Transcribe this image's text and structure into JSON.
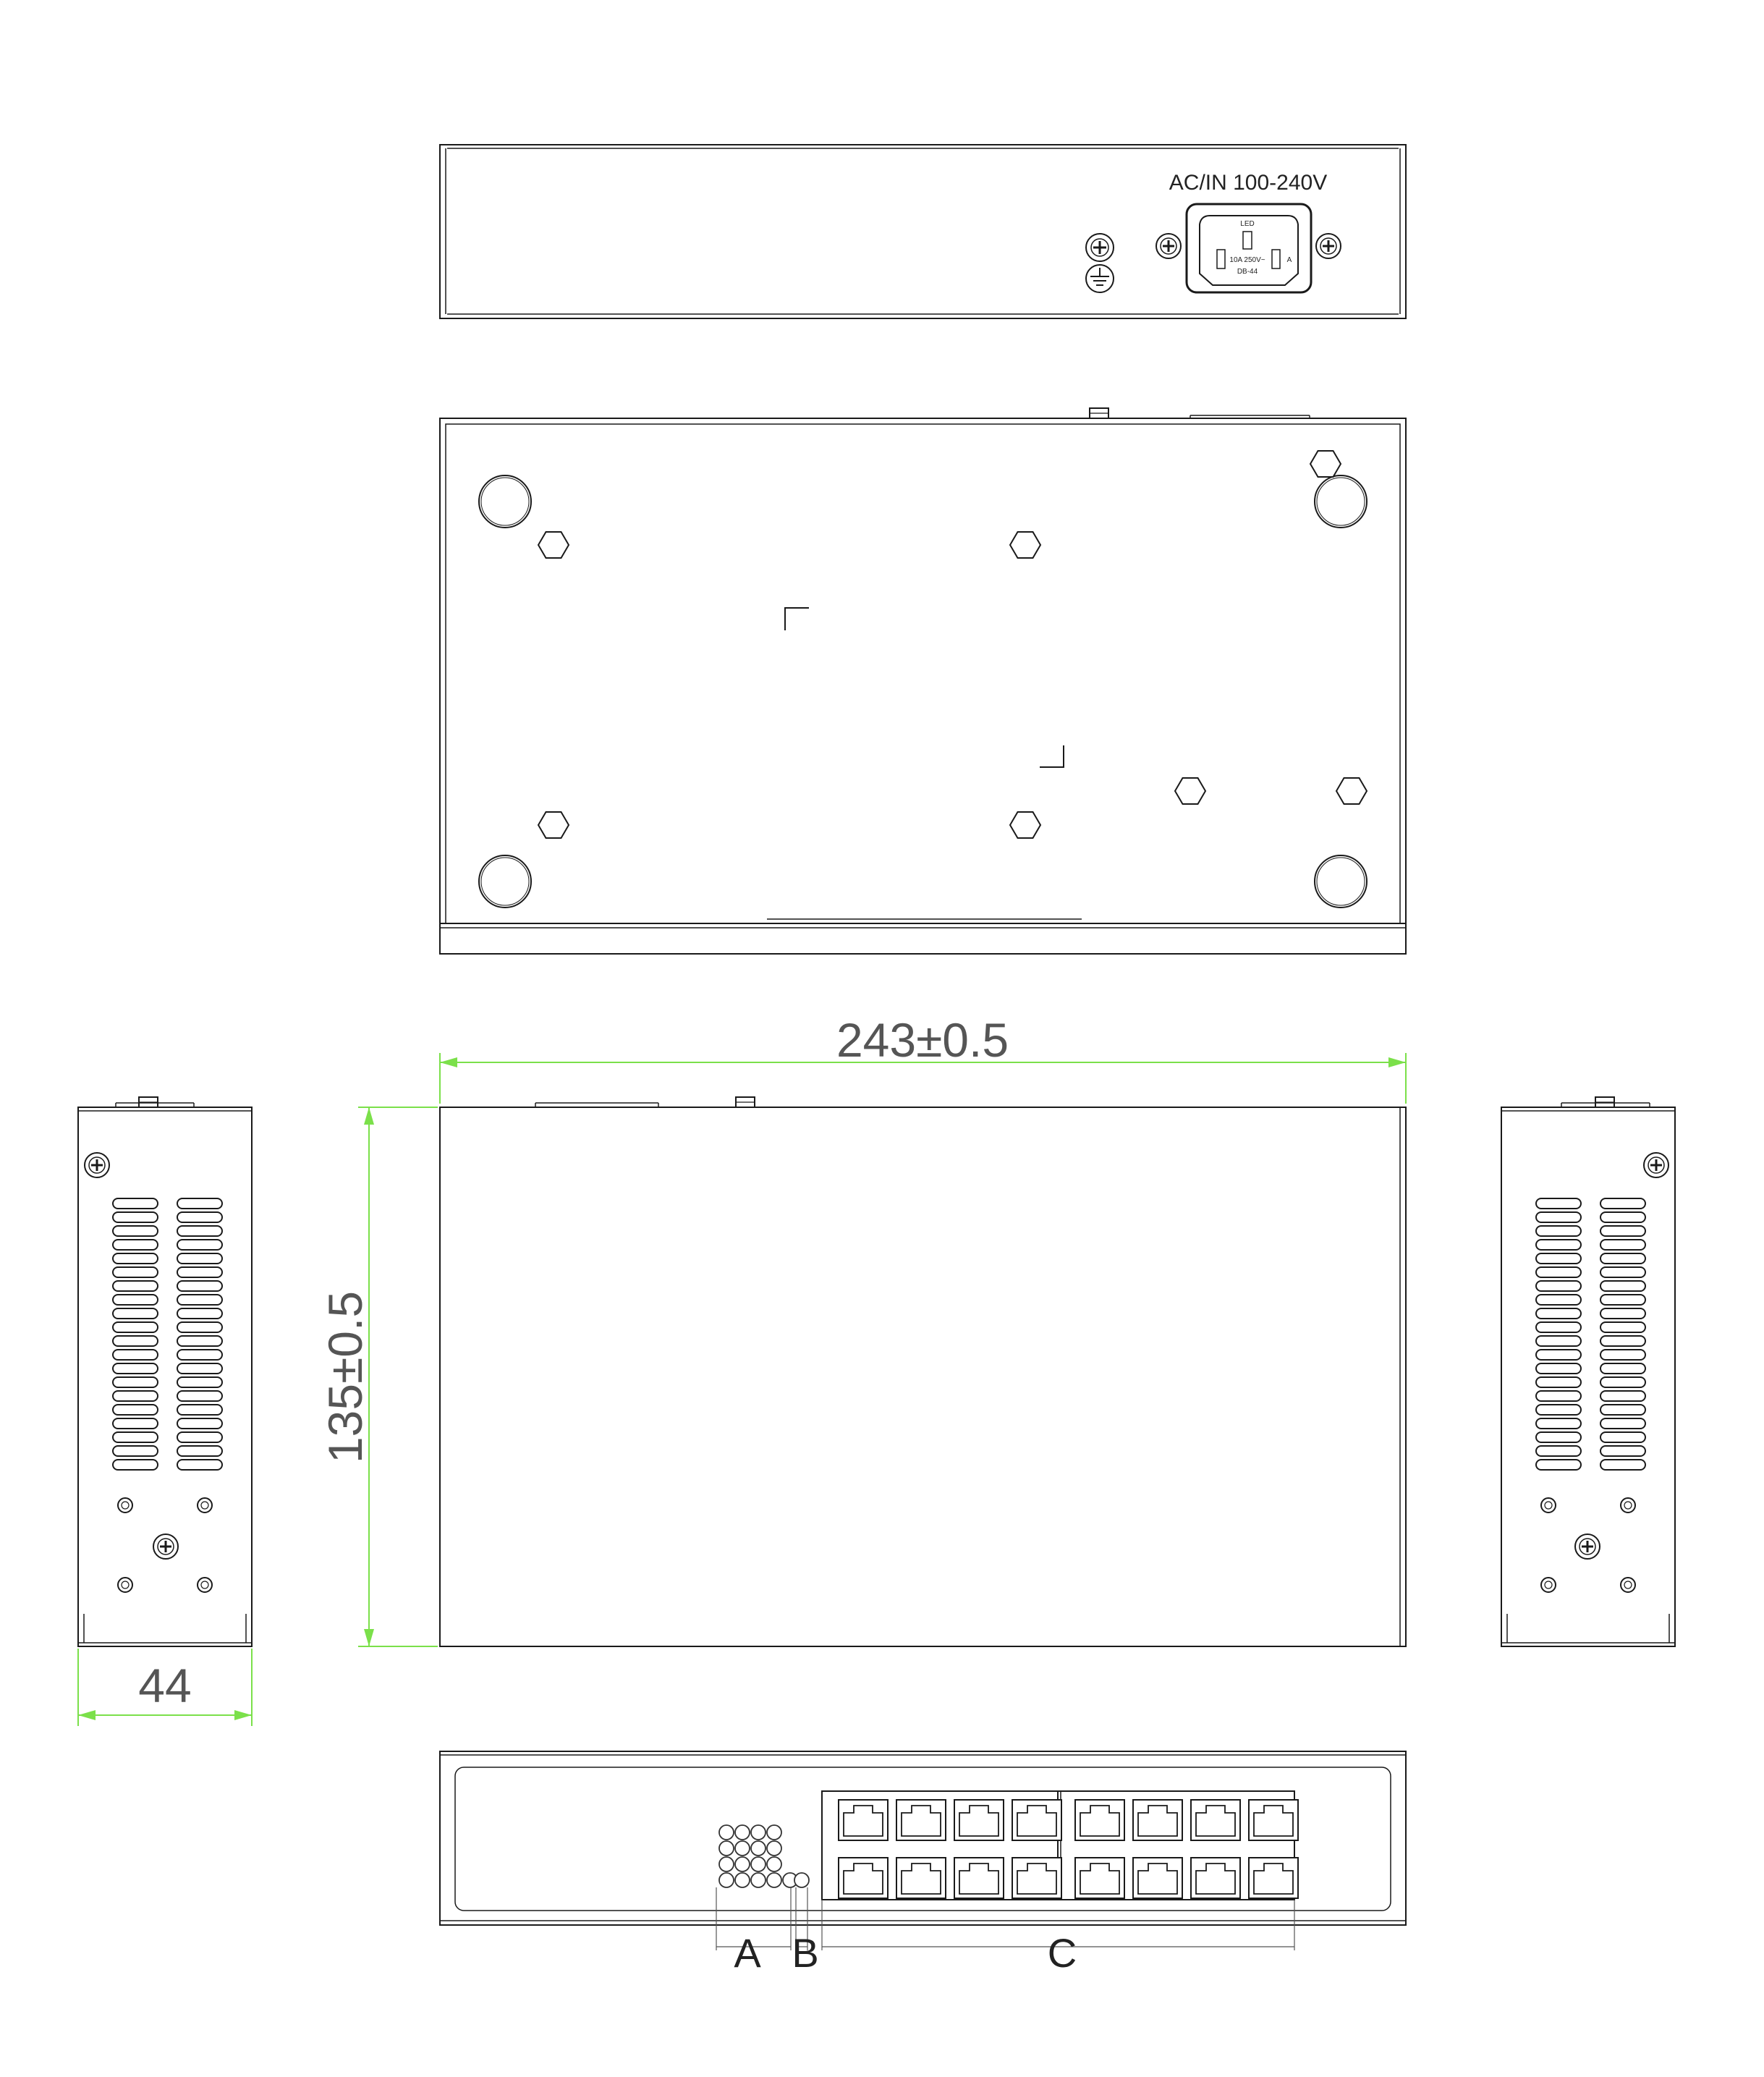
{
  "rear_panel": {
    "power_label": "AC/IN  100-240V",
    "socket_top": "LED",
    "socket_middle": "10A  250V~",
    "socket_bottom": "DB-44",
    "socket_side": "A"
  },
  "dimensions": {
    "width": "243±0.5",
    "depth": "135±0.5",
    "height": "44"
  },
  "callouts": {
    "a": "A",
    "b": "B",
    "c": "C"
  }
}
